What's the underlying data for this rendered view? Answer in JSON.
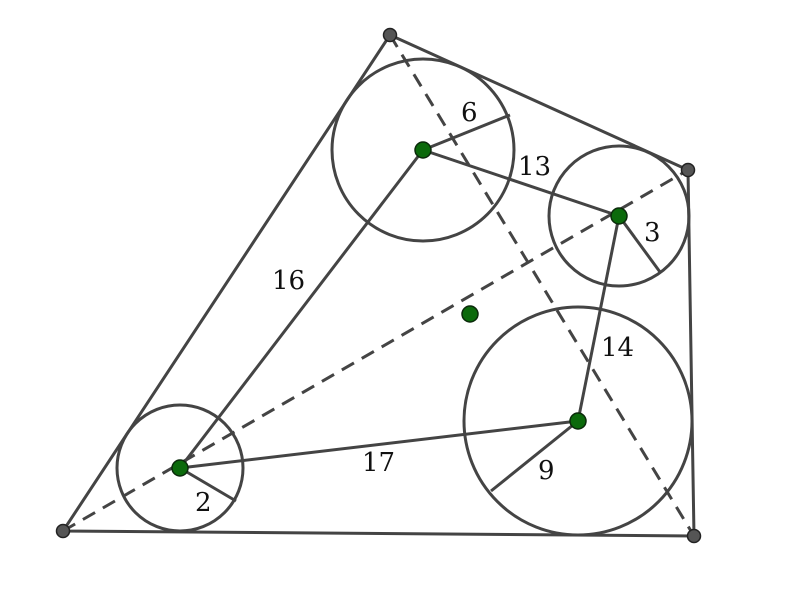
{
  "colors": {
    "stroke": "#444444",
    "vertex_fill": "#555555",
    "center_fill": "#0b6a0b",
    "background": "#ffffff"
  },
  "labels": {
    "radius_top": "6",
    "radius_right": "3",
    "radius_bottom_right": "9",
    "radius_bottom_left": "2",
    "dist_top_right": "13",
    "dist_right_bottom": "14",
    "dist_left_bottom": "17",
    "dist_left_top": "16"
  }
}
